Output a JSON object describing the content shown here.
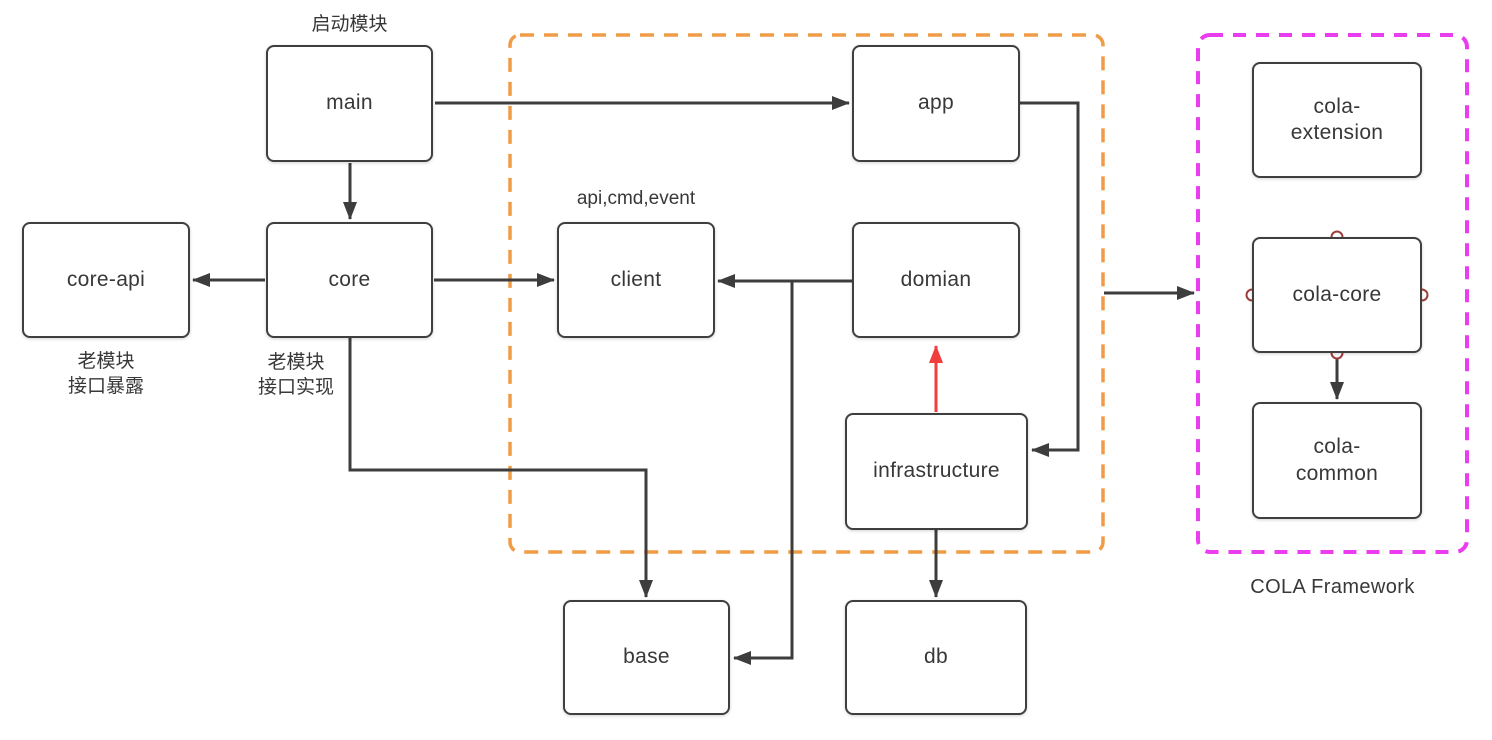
{
  "diagram": {
    "title_hint": "module architecture diagram",
    "nodes": {
      "main": {
        "label": "main"
      },
      "core_api": {
        "label": "core-api"
      },
      "core": {
        "label": "core"
      },
      "client": {
        "label": "client"
      },
      "app": {
        "label": "app"
      },
      "domian": {
        "label": "domian"
      },
      "infrastructure": {
        "label": "infrastructure"
      },
      "base": {
        "label": "base"
      },
      "db": {
        "label": "db"
      },
      "cola_extension": {
        "label": "cola-\nextension"
      },
      "cola_core": {
        "label": "cola-core"
      },
      "cola_common": {
        "label": "cola-\ncommon"
      }
    },
    "annotations": {
      "startup_module": "启动模块",
      "core_api_note": "老模块\n接口暴露",
      "core_note": "老模块\n接口实现",
      "client_note": "api,cmd,event",
      "cola_framework_caption": "COLA Framework"
    },
    "colors": {
      "node_border": "#3f3f3f",
      "arrow": "#3d3d3d",
      "orange_container": "#f09b45",
      "magenta_container": "#ea3df0",
      "red_arrow": "#f23d3d",
      "port_circle": "#9d3f3c",
      "text": "#383838"
    }
  }
}
